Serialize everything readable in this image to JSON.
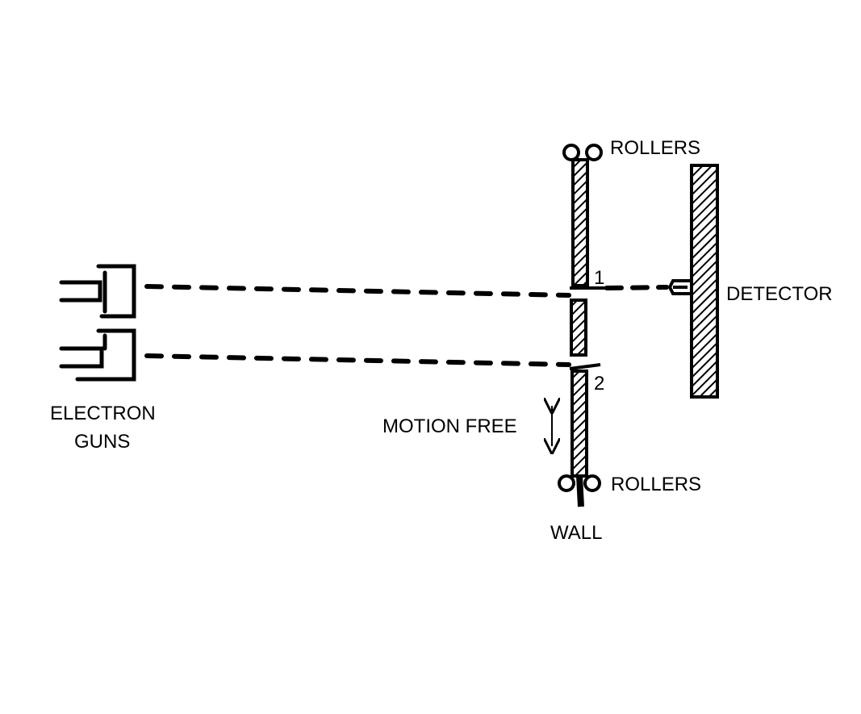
{
  "labels": {
    "rollers_top": "ROLLERS",
    "rollers_bottom": "ROLLERS",
    "detector": "DETECTOR",
    "electron_guns_line1": "ELECTRON",
    "electron_guns_line2": "GUNS",
    "motion_free": "MOTION FREE",
    "wall": "WALL",
    "slit_1": "1",
    "slit_2": "2"
  },
  "colors": {
    "ink": "#000000",
    "background": "#ffffff"
  }
}
